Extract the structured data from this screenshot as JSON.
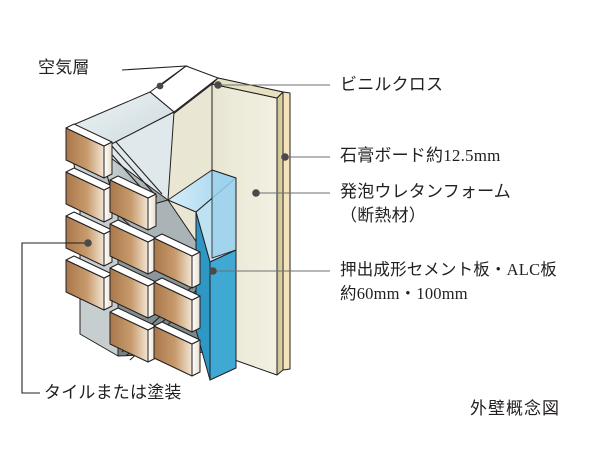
{
  "diagram": {
    "caption": "外壁概念図",
    "labels": {
      "air_layer": "空気層",
      "vinyl_cloth": "ビニルクロス",
      "gypsum_board": "石膏ボード約12.5mm",
      "urethane_foam_line1": "発泡ウレタンフォーム",
      "urethane_foam_line2": "（断熱材）",
      "cement_board_line1": "押出成形セメント板・ALC板",
      "cement_board_line2": "約60mm・100mm",
      "tile_or_paint": "タイルまたは塗装"
    }
  },
  "colors": {
    "line": "#231f20",
    "leader": "#6f6f6f",
    "dot": "#4a4a4a",
    "tile_light": "#f3e6d6",
    "tile_mid": "#c79a6b",
    "tile_dark": "#a9784c",
    "tile_edge": "#ffffff",
    "cement_gray_light": "#d3dadb",
    "cement_gray_mid": "#9aa4a6",
    "cement_gray_dark": "#7b868a",
    "foam_blue": "#3fa9d4",
    "foam_blue_light": "#bfe2f2",
    "gypsum_face": "#edeada",
    "gypsum_edge": "#cfc79a",
    "vinyl_cream": "#f6e3bb",
    "air_white": "#ffffff",
    "glass_pale": "#e3edf0"
  }
}
